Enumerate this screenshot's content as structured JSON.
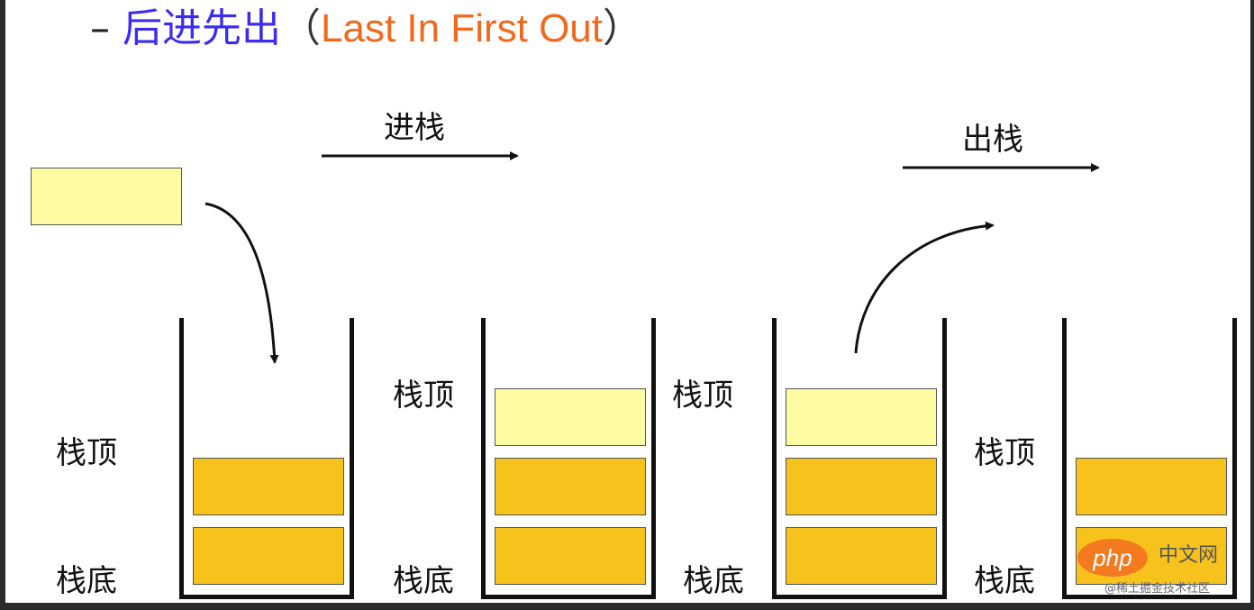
{
  "heading": {
    "dash": "–",
    "chinese": "后进先出",
    "paren_open": "（",
    "english": "Last In First Out",
    "paren_close": "）"
  },
  "arrows": {
    "push_label": "进栈",
    "pop_label": "出栈"
  },
  "stacks": [
    {
      "top_label": "栈顶",
      "bottom_label": "栈底",
      "blocks": [
        "gold",
        "gold"
      ]
    },
    {
      "top_label": "栈顶",
      "bottom_label": "栈底",
      "blocks": [
        "gold",
        "gold",
        "pale"
      ]
    },
    {
      "top_label": "栈顶",
      "bottom_label": "栈底",
      "blocks": [
        "gold",
        "gold",
        "pale"
      ]
    },
    {
      "top_label": "栈顶",
      "bottom_label": "栈底",
      "blocks": [
        "gold",
        "gold"
      ]
    }
  ],
  "incoming_block": "pale",
  "colors": {
    "heading_chinese": "#3b2cf0",
    "heading_english": "#f06a1e",
    "block_gold": "#f7c21b",
    "block_pale": "#fdfca2"
  },
  "watermark": {
    "logo": "php",
    "name": "中文网",
    "line": "@稀土掘金技术社区"
  }
}
